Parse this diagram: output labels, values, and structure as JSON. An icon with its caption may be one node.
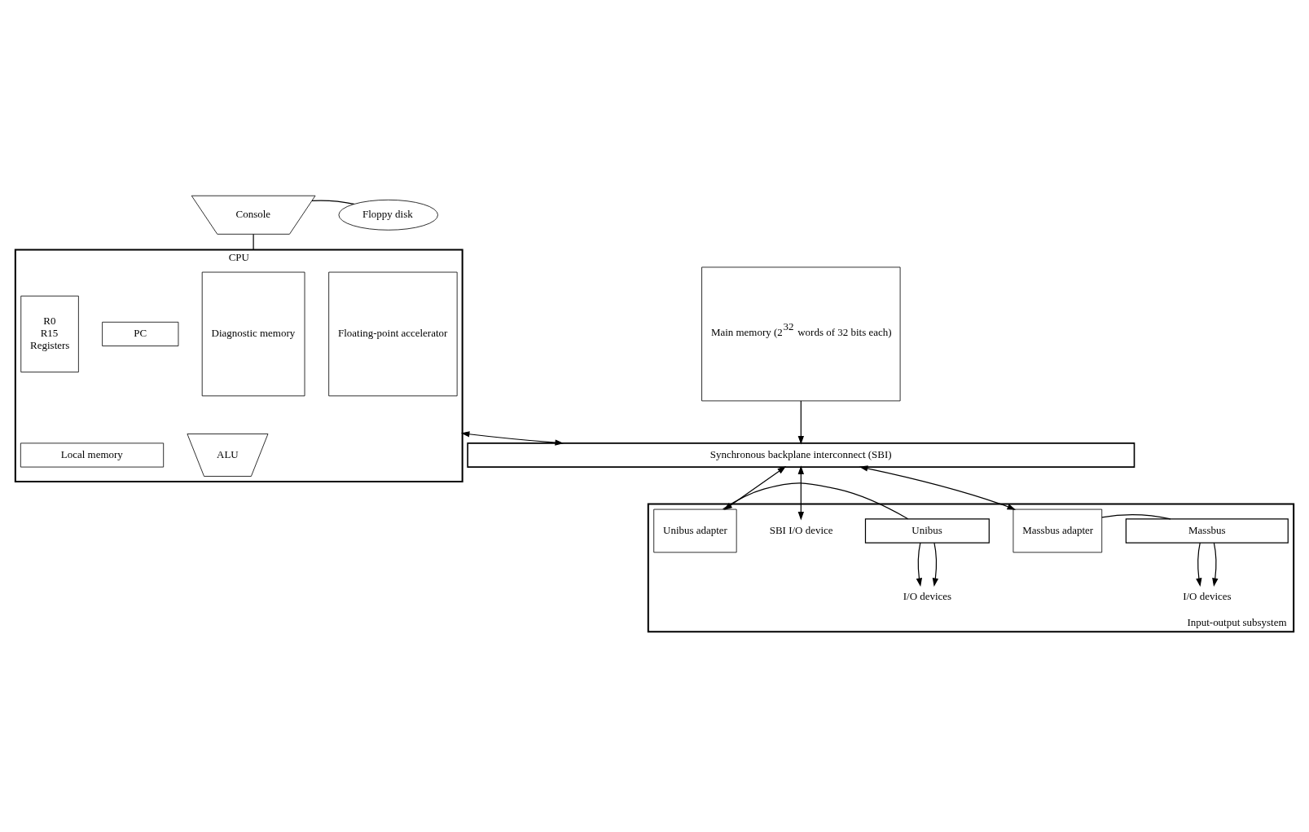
{
  "diagram": {
    "nodes": [
      {
        "text": [
          "Console"
        ]
      },
      {
        "text": [
          "Floppy disk"
        ]
      },
      {
        "text": [
          "CPU"
        ]
      },
      {
        "text": [
          "Diagnostic memory"
        ],
        "in": 2
      },
      {
        "text": [
          "R0",
          "R15",
          "Registers"
        ],
        "in": 2
      },
      {
        "text": [
          "PC"
        ],
        "in": 2
      },
      {
        "text": [
          "ALU"
        ],
        "in": 2
      },
      {
        "text": [
          "Local memory"
        ],
        "in": 2
      },
      {
        "text": [
          "Floating-point accelerator"
        ],
        "in": 2
      },
      {
        "text": [
          "Main memory (2$^{32}$ words of 32 bits each)"
        ]
      },
      {
        "text": [
          "Synchronous backplane interconnect (SBI)"
        ]
      },
      {
        "text": [
          "Input-output subsystem"
        ]
      },
      {
        "text": [
          "SBI I/O device"
        ],
        "in": 11
      },
      {
        "text": [
          "Unibus adapter"
        ],
        "in": 11
      },
      {
        "text": [
          "Unibus"
        ],
        "in": 11
      },
      {
        "text": [
          "I/O devices"
        ],
        "in": 11
      },
      {
        "text": [
          "Massbus adapter"
        ],
        "in": 11
      },
      {
        "text": [
          "Massbus"
        ],
        "in": 11
      },
      {
        "text": [
          "I/O devices"
        ],
        "in": 11
      }
    ],
    "edges": [
      {
        "from": 0,
        "to": 1,
        "arrow": "none"
      },
      {
        "from": 0,
        "to": 2,
        "arrow": "none"
      },
      {
        "from": 2,
        "to": 10,
        "arrow": "both"
      },
      {
        "from": 9,
        "to": 10,
        "arrow": "to"
      },
      {
        "from": 10,
        "to": 12,
        "arrow": "both"
      },
      {
        "from": 10,
        "to": 13,
        "arrow": "both"
      },
      {
        "from": 10,
        "to": 16,
        "arrow": "both"
      },
      {
        "from": 13,
        "to": 14,
        "arrow": "none"
      },
      {
        "from": 14,
        "to": 15,
        "arrow": "to"
      },
      {
        "from": 14,
        "to": 15,
        "arrow": "to"
      },
      {
        "from": 16,
        "to": 17,
        "arrow": "none"
      },
      {
        "from": 17,
        "to": 18,
        "arrow": "to"
      },
      {
        "from": 17,
        "to": 18,
        "arrow": "to"
      }
    ]
  }
}
